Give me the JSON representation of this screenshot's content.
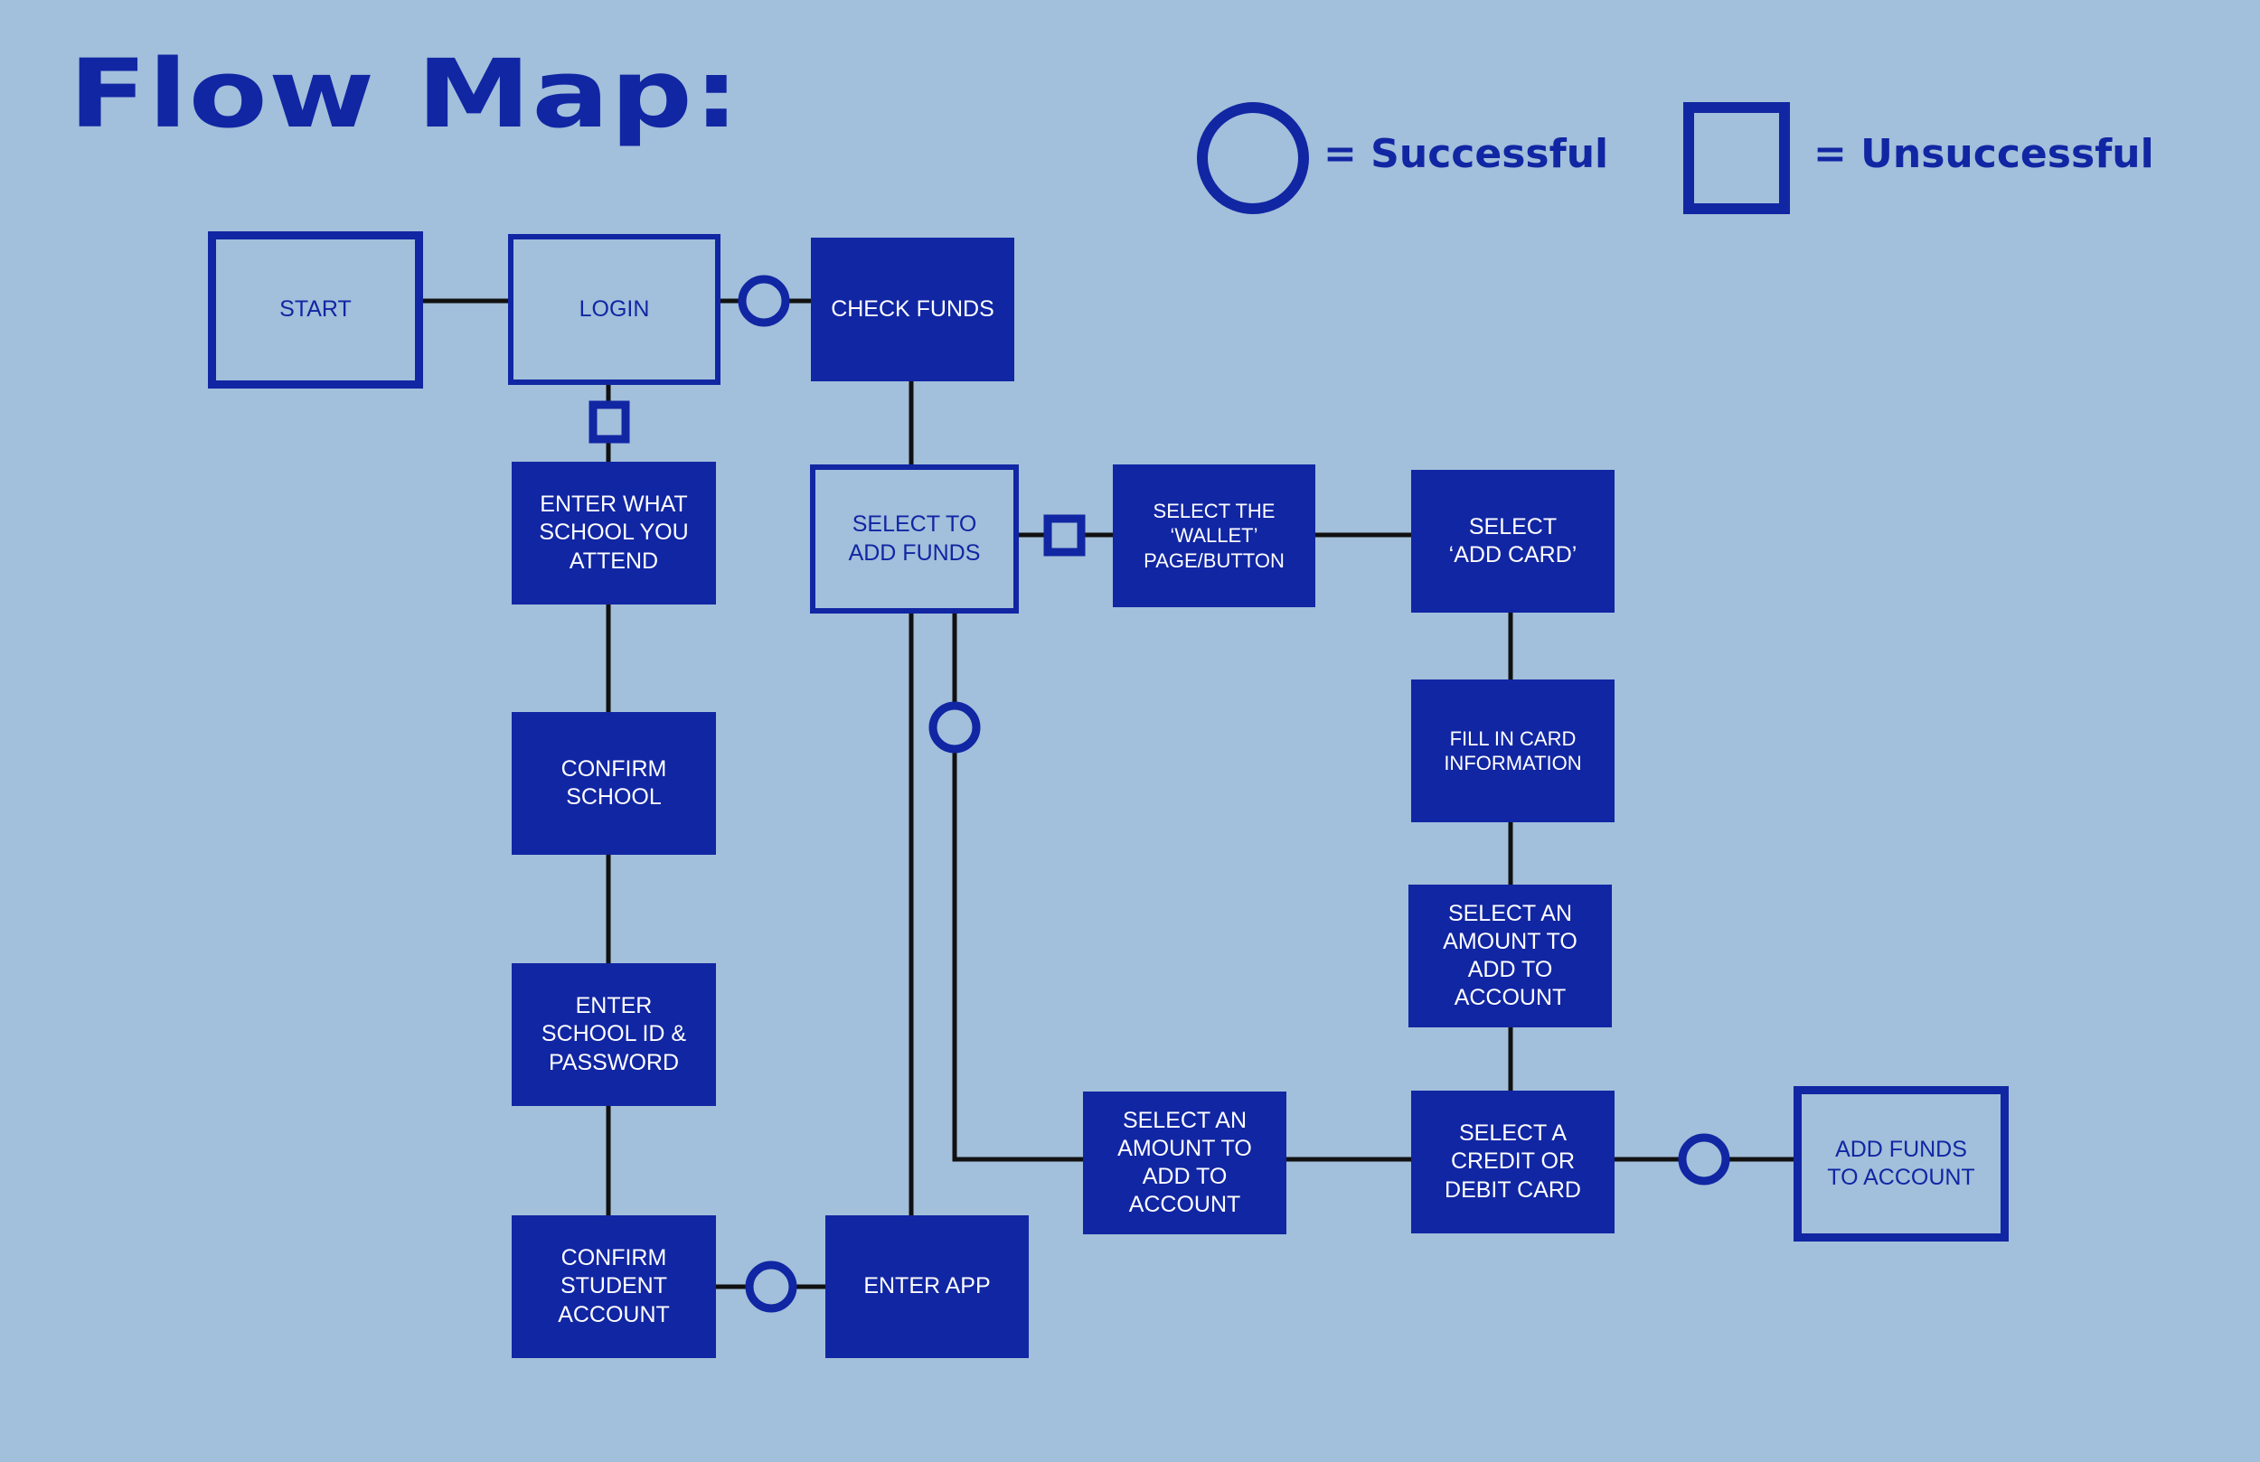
{
  "title": "Flow Map:",
  "legend": {
    "successful_label": "= Successful",
    "unsuccessful_label": "= Unsuccessful"
  },
  "colors": {
    "background": "#a2bfdb",
    "accent": "#1126a3",
    "connector": "#111111"
  },
  "nodes": {
    "start": "START",
    "login": "LOGIN",
    "check_funds": "CHECK FUNDS",
    "enter_school": "ENTER WHAT\nSCHOOL YOU\nATTEND",
    "confirm_school": "CONFIRM\nSCHOOL",
    "enter_school_id": "ENTER\nSCHOOL ID &\nPASSWORD",
    "confirm_student_account": "CONFIRM\nSTUDENT\nACCOUNT",
    "enter_app": "ENTER APP",
    "select_add_funds": "SELECT TO\nADD FUNDS",
    "select_wallet": "SELECT THE\n‘WALLET’\nPAGE/BUTTON",
    "select_add_card": "SELECT\n‘ADD CARD’",
    "fill_card_info": "FILL IN CARD\nINFORMATION",
    "select_amount_right": "SELECT AN\nAMOUNT TO\nADD TO\nACCOUNT",
    "select_credit_debit": "SELECT A\nCREDIT OR\nDEBIT CARD",
    "select_amount_bottom": "SELECT AN\nAMOUNT TO\nADD TO\nACCOUNT",
    "add_funds_to_account": "ADD FUNDS\nTO ACCOUNT"
  }
}
